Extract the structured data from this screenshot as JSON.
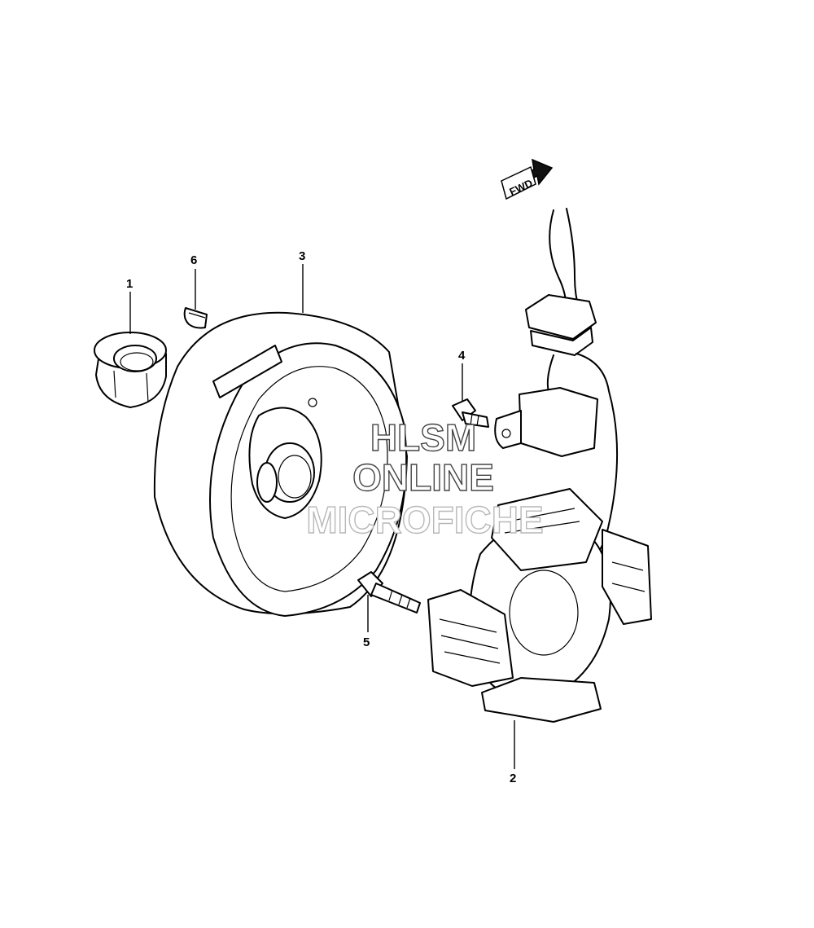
{
  "callouts": [
    {
      "id": "1",
      "label": "1"
    },
    {
      "id": "2",
      "label": "2"
    },
    {
      "id": "3",
      "label": "3"
    },
    {
      "id": "4",
      "label": "4"
    },
    {
      "id": "5",
      "label": "5"
    },
    {
      "id": "6",
      "label": "6"
    }
  ],
  "fwd_label": "FWD",
  "watermark": {
    "line1": "HLSM",
    "line2": "ONLINE",
    "line3": "MICROFICHE"
  }
}
